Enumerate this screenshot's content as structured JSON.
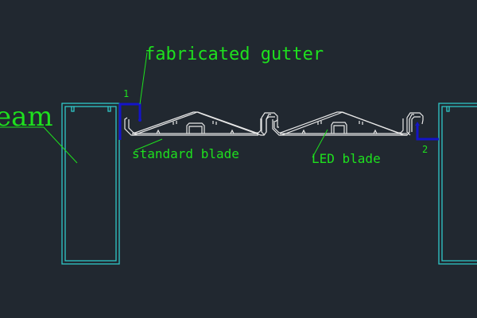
{
  "labels": {
    "beam": "eam",
    "gutter": "fabricated gutter",
    "standard_blade": "standard blade",
    "led_blade": "LED blade",
    "marker_1": "1",
    "marker_2": "2"
  },
  "colors": {
    "background": "#212830",
    "text": "#1ee01e",
    "beam": "#2fc9c9",
    "gutter": "#1414c8",
    "blade": "#e8e8e8"
  }
}
